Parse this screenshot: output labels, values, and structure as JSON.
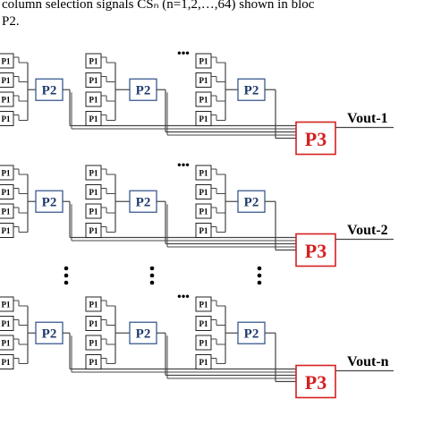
{
  "caption": {
    "line1": "column selection signals CSₙ (n=1,2,…,64) shown in bloc",
    "line2": "P2."
  },
  "labels": {
    "p1": "P1",
    "p2": "P2",
    "p3": "P3"
  },
  "ellipsis": "•••",
  "rows": [
    {
      "output": "Vout-1"
    },
    {
      "output": "Vout-2"
    },
    {
      "output": "Vout-n"
    }
  ],
  "colors": {
    "p2_border": "#3b5b8f",
    "p2_text": "#1f3a6b",
    "p3_border": "#d62020",
    "p3_text": "#d62020",
    "line": "#444444"
  }
}
